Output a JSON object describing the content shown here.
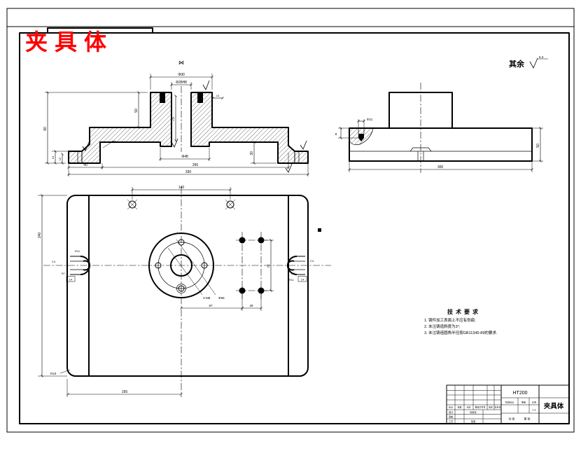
{
  "page": {
    "title": "夹具体",
    "surface_note": {
      "label": "其余",
      "value": "6.3"
    },
    "section_symbol": "⋈"
  },
  "front_view": {
    "dims": {
      "boss_dia": "Φ90",
      "bore_dia": "Φ28H8",
      "overall_h": "90",
      "boss_h": "50",
      "bore_depth": "75",
      "tap_depth": "14",
      "fillet": "R5",
      "seat_dia": "Φ48",
      "web_h": "30",
      "foot_h_outer": "14",
      "foot_h_inner": "12",
      "foot_w": "40",
      "span": "260",
      "overall_w": "330"
    }
  },
  "side_view": {
    "dims": {
      "hole_dia": "Φ11",
      "hole_depth": "8",
      "length": "300",
      "height": "50"
    }
  },
  "plan_view": {
    "dims": {
      "hole_span": "140",
      "width": "240",
      "bolt_holes": "4-M8",
      "bolt_circle": "Φ66",
      "offset_x": "87",
      "pattern_w": "28",
      "pattern_h": "72",
      "left_slot_r": "R11",
      "left_slot_c": "C4",
      "left_slot_r2": "R7",
      "left_slot_w": "14",
      "right_slot_c": "C4",
      "right_slot_r2": "R7",
      "right_slot_r": "R11",
      "right_slot_w": "14",
      "corner_r": "R10",
      "center_offset": "165"
    }
  },
  "tech_requirements": {
    "title": "技术要求",
    "items": [
      "1. 铸件加工表面上不应有划痕;",
      "2. 未注铸造斜度为3°;",
      "3. 未注铸造圆角半径按GB11345-89的要求."
    ]
  },
  "title_block": {
    "material": "HT200",
    "part_name": "夹具体",
    "header_cells": [
      "标记",
      "处数",
      "分区",
      "更改文件号",
      "签名",
      "年月日"
    ],
    "left_rows": [
      "设计",
      "审核",
      "工艺"
    ],
    "mid_rows": [
      "标准化",
      "批准"
    ],
    "stage_label": "阶段标记",
    "weight_label": "重量",
    "scale_label": "比例",
    "scale_value": "1:1",
    "sheet_total": "共 张",
    "sheet_no": "第 张"
  }
}
